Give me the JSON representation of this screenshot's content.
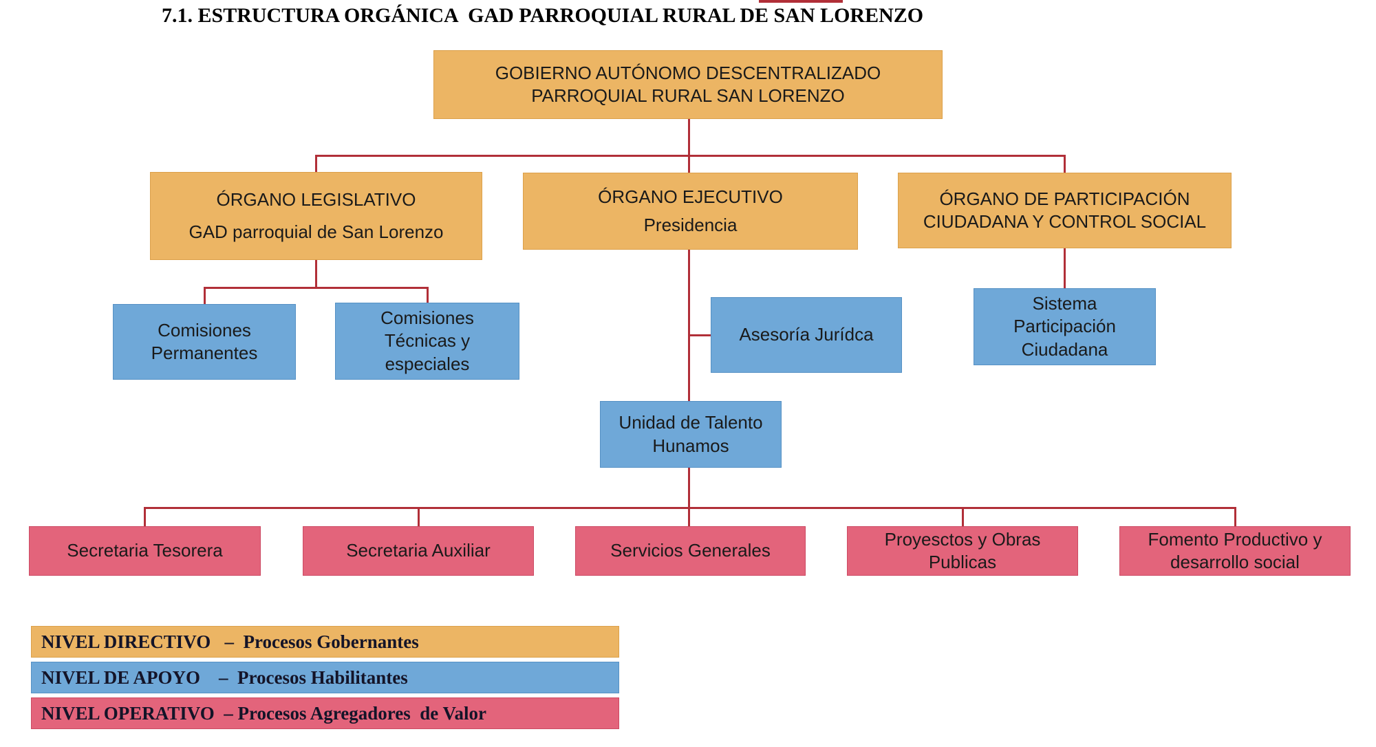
{
  "title": "7.1. ESTRUCTURA ORGÁNICA  GAD PARROQUIAL RURAL DE SAN LORENZO",
  "colors": {
    "directive": "#ECB564",
    "directive_border": "#DBA04A",
    "support": "#6FA8D8",
    "support_border": "#5590C4",
    "operative": "#E3647B",
    "operative_border": "#CC4A63",
    "line": "#B12F38",
    "text": "#1A1A1A"
  },
  "nodes": {
    "root": {
      "label": "GOBIERNO AUTÓNOMO DESCENTRALIZADO\nPARROQUIAL RURAL SAN LORENZO"
    },
    "legislativo": {
      "title": "ÓRGANO LEGISLATIVO",
      "subtitle": "GAD parroquial de San Lorenzo"
    },
    "ejecutivo": {
      "title": "ÓRGANO EJECUTIVO",
      "subtitle": "Presidencia"
    },
    "participacion": {
      "label": "ÓRGANO DE PARTICIPACIÓN\nCIUDADANA Y CONTROL SOCIAL"
    },
    "comisiones_permanentes": {
      "label": "Comisiones\nPermanentes"
    },
    "comisiones_tecnicas": {
      "label": "Comisiones\nTécnicas y\nespeciales"
    },
    "asesoria_juridica": {
      "label": "Asesoría Jurídca"
    },
    "sistema_participacion": {
      "label": "Sistema\nParticipación\nCiudadana"
    },
    "talento_humano": {
      "label": "Unidad de Talento\nHunamos"
    },
    "secretaria_tesorera": {
      "label": "Secretaria Tesorera"
    },
    "secretaria_auxiliar": {
      "label": "Secretaria Auxiliar"
    },
    "servicios_generales": {
      "label": "Servicios Generales"
    },
    "proyectos_obras": {
      "label": "Proyesctos y Obras\nPublicas"
    },
    "fomento_productivo": {
      "label": "Fomento Productivo y\ndesarrollo social"
    }
  },
  "legend": {
    "items": [
      {
        "label": "NIVEL DIRECTIVO   –  Procesos Gobernantes",
        "color": "#ECB564"
      },
      {
        "label": "NIVEL DE APOYO    –  Procesos Habilitantes",
        "color": "#6FA8D8"
      },
      {
        "label": "NIVEL OPERATIVO  – Procesos Agregadores  de Valor",
        "color": "#E3647B"
      }
    ]
  }
}
